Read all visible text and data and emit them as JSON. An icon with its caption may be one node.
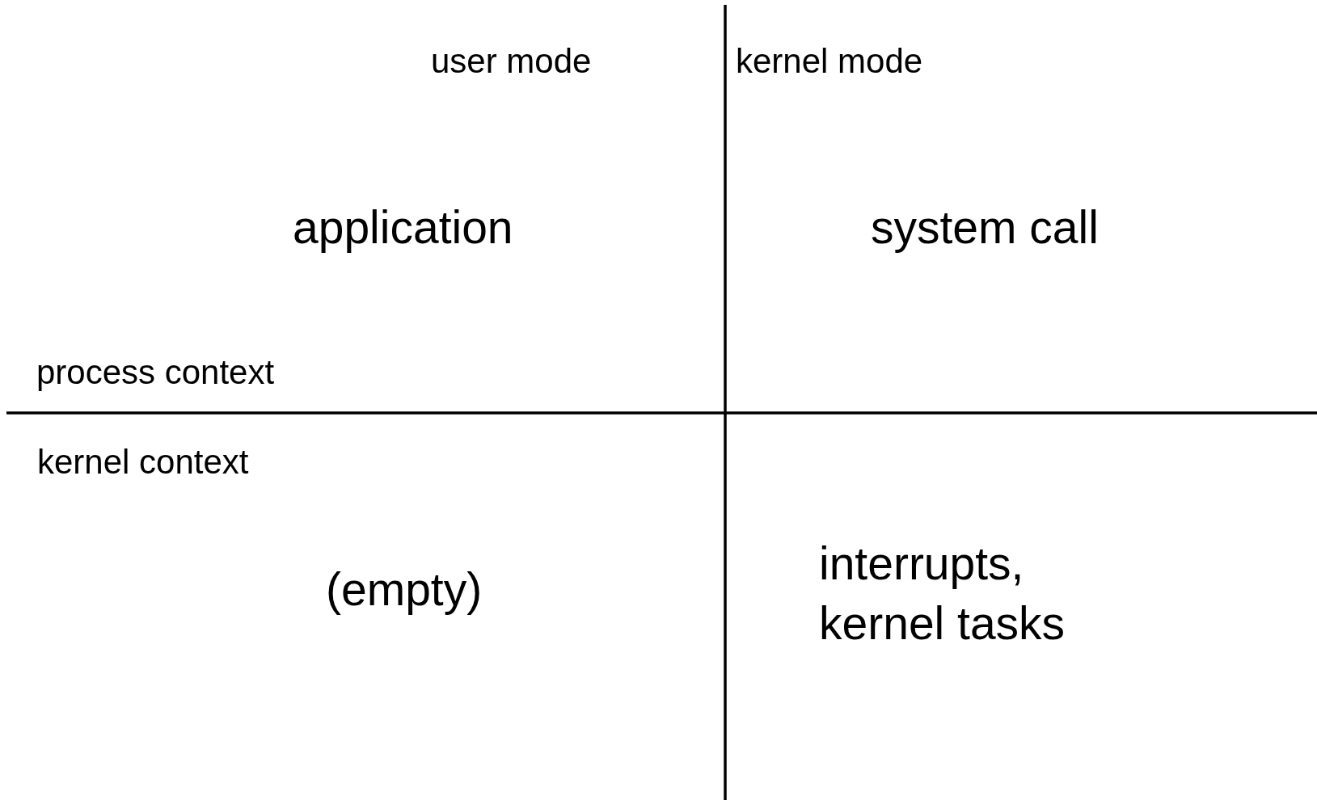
{
  "diagram": {
    "labels": [
      "user mode",
      "kernel mode",
      "application",
      "system call",
      "process context",
      "kernel context",
      "(empty)",
      "interrupts, kernel tasks"
    ]
  }
}
